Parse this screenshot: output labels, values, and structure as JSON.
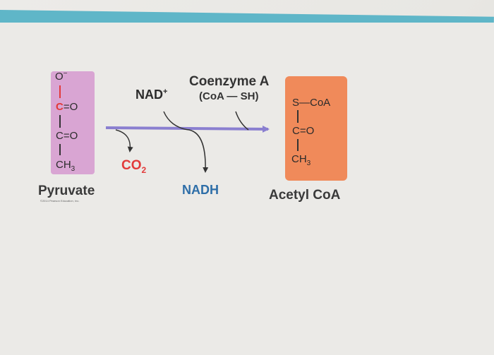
{
  "pyruvate": {
    "o_minus": "O",
    "o_minus_sup": "−",
    "carbonyl1_c": "C",
    "carbonyl1_eq": "=O",
    "carbonyl2": "C=O",
    "ch3": "CH",
    "ch3_sub": "3",
    "label": "Pyruvate",
    "credit": "©2014 Pearson Education, Inc."
  },
  "reaction": {
    "nad_plus": "NAD",
    "nad_plus_sup": "+",
    "coenzyme_a": "Coenzyme A",
    "coa_sh": "(CoA — SH)",
    "co2": "CO",
    "co2_sub": "2",
    "nadh": "NADH"
  },
  "acetyl": {
    "s_coa": "S—CoA",
    "carbonyl": "C=O",
    "ch3": "CH",
    "ch3_sub": "3",
    "label": "Acetyl CoA"
  },
  "colors": {
    "pyruvate_box": "#d9a5d3",
    "acetyl_box": "#f08a5a",
    "main_arrow": "#8a7fd0",
    "highlight_red": "#e23a3a",
    "nadh_blue": "#2e6ea8",
    "top_bar": "#5fb6c8"
  }
}
